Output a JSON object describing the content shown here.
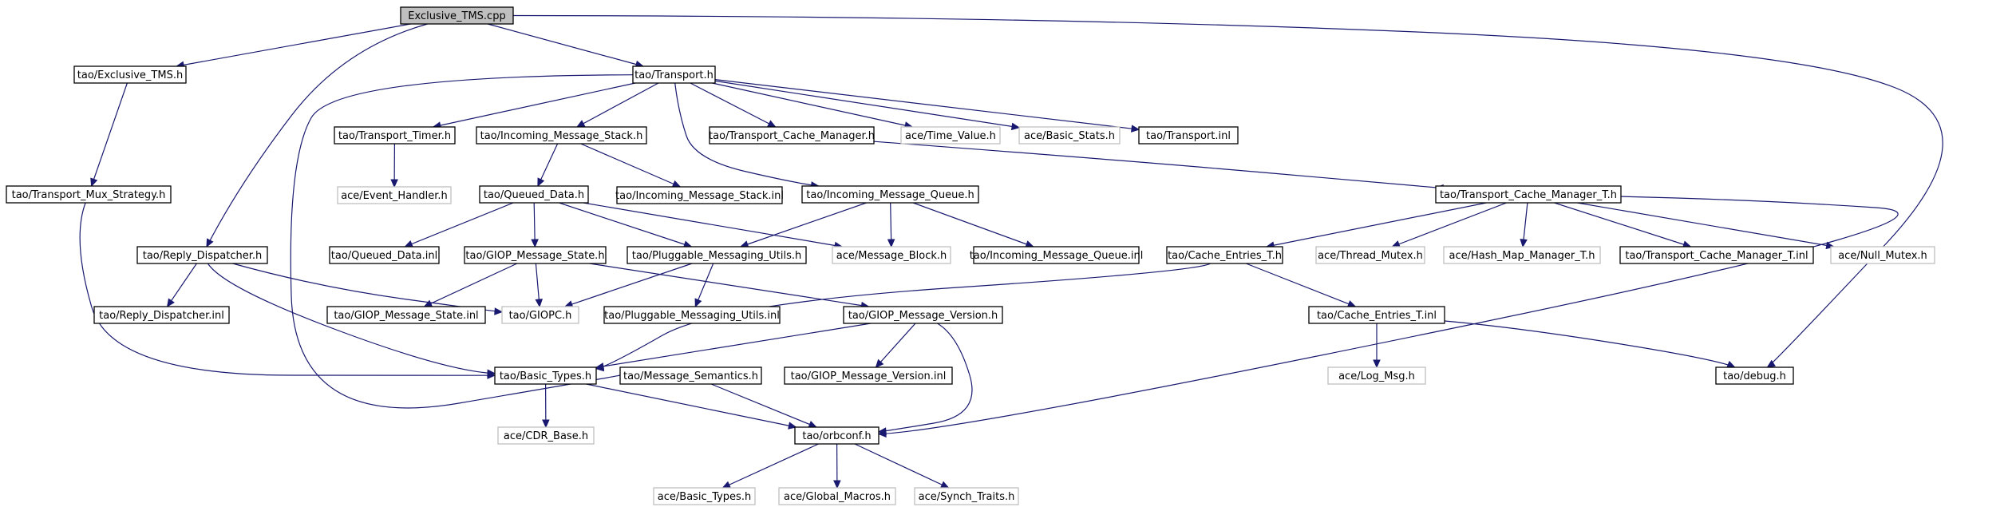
{
  "graph": {
    "nodes": [
      {
        "id": "n0",
        "label": "Exclusive_TMS.cpp",
        "style": "root"
      },
      {
        "id": "n1",
        "label": "tao/Exclusive_TMS.h",
        "style": "dark"
      },
      {
        "id": "n2",
        "label": "tao/Transport.h",
        "style": "dark"
      },
      {
        "id": "n3",
        "label": "tao/Transport_Mux_Strategy.h",
        "style": "dark"
      },
      {
        "id": "n4",
        "label": "tao/Reply_Dispatcher.h",
        "style": "dark"
      },
      {
        "id": "n5",
        "label": "tao/Transport_Timer.h",
        "style": "dark"
      },
      {
        "id": "n6",
        "label": "tao/Incoming_Message_Stack.h",
        "style": "dark"
      },
      {
        "id": "n7",
        "label": "tao/Transport_Cache_Manager.h",
        "style": "dark"
      },
      {
        "id": "n8",
        "label": "ace/Time_Value.h",
        "style": "light"
      },
      {
        "id": "n9",
        "label": "ace/Basic_Stats.h",
        "style": "light"
      },
      {
        "id": "n10",
        "label": "tao/Transport.inl",
        "style": "dark"
      },
      {
        "id": "n11",
        "label": "ace/Event_Handler.h",
        "style": "light"
      },
      {
        "id": "n12",
        "label": "tao/Queued_Data.h",
        "style": "dark"
      },
      {
        "id": "n13",
        "label": "tao/Incoming_Message_Stack.inl",
        "style": "dark"
      },
      {
        "id": "n14",
        "label": "tao/Incoming_Message_Queue.h",
        "style": "dark"
      },
      {
        "id": "n15",
        "label": "tao/Transport_Cache_Manager_T.h",
        "style": "dark"
      },
      {
        "id": "n16",
        "label": "tao/Queued_Data.inl",
        "style": "dark"
      },
      {
        "id": "n17",
        "label": "tao/GIOP_Message_State.h",
        "style": "dark"
      },
      {
        "id": "n18",
        "label": "tao/Pluggable_Messaging_Utils.h",
        "style": "dark"
      },
      {
        "id": "n19",
        "label": "ace/Message_Block.h",
        "style": "light"
      },
      {
        "id": "n20",
        "label": "tao/Incoming_Message_Queue.inl",
        "style": "dark"
      },
      {
        "id": "n21",
        "label": "tao/Cache_Entries_T.h",
        "style": "dark"
      },
      {
        "id": "n22",
        "label": "ace/Thread_Mutex.h",
        "style": "light"
      },
      {
        "id": "n23",
        "label": "ace/Hash_Map_Manager_T.h",
        "style": "light"
      },
      {
        "id": "n24",
        "label": "tao/Transport_Cache_Manager_T.inl",
        "style": "dark"
      },
      {
        "id": "n25",
        "label": "ace/Null_Mutex.h",
        "style": "light"
      },
      {
        "id": "n26",
        "label": "tao/Reply_Dispatcher.inl",
        "style": "dark"
      },
      {
        "id": "n27",
        "label": "tao/GIOP_Message_State.inl",
        "style": "dark"
      },
      {
        "id": "n28",
        "label": "tao/GIOPC.h",
        "style": "light"
      },
      {
        "id": "n29",
        "label": "tao/Pluggable_Messaging_Utils.inl",
        "style": "dark"
      },
      {
        "id": "n30",
        "label": "tao/GIOP_Message_Version.h",
        "style": "dark"
      },
      {
        "id": "n31",
        "label": "tao/Cache_Entries_T.inl",
        "style": "dark"
      },
      {
        "id": "n32",
        "label": "tao/Basic_Types.h",
        "style": "dark"
      },
      {
        "id": "n33",
        "label": "tao/Message_Semantics.h",
        "style": "dark"
      },
      {
        "id": "n34",
        "label": "tao/GIOP_Message_Version.inl",
        "style": "dark"
      },
      {
        "id": "n35",
        "label": "ace/Log_Msg.h",
        "style": "light"
      },
      {
        "id": "n36",
        "label": "tao/debug.h",
        "style": "dark"
      },
      {
        "id": "n37",
        "label": "ace/CDR_Base.h",
        "style": "light"
      },
      {
        "id": "n38",
        "label": "tao/orbconf.h",
        "style": "dark"
      },
      {
        "id": "n39",
        "label": "ace/Basic_Types.h",
        "style": "light"
      },
      {
        "id": "n40",
        "label": "ace/Global_Macros.h",
        "style": "light"
      },
      {
        "id": "n41",
        "label": "ace/Synch_Traits.h",
        "style": "light"
      }
    ],
    "edges": [
      [
        "n0",
        "n1"
      ],
      [
        "n0",
        "n2"
      ],
      [
        "n0",
        "n4"
      ],
      [
        "n0",
        "n36"
      ],
      [
        "n1",
        "n3"
      ],
      [
        "n3",
        "n32"
      ],
      [
        "n2",
        "n5"
      ],
      [
        "n2",
        "n6"
      ],
      [
        "n2",
        "n7"
      ],
      [
        "n2",
        "n8"
      ],
      [
        "n2",
        "n9"
      ],
      [
        "n2",
        "n10"
      ],
      [
        "n2",
        "n14"
      ],
      [
        "n2",
        "n33"
      ],
      [
        "n5",
        "n11"
      ],
      [
        "n6",
        "n12"
      ],
      [
        "n6",
        "n13"
      ],
      [
        "n7",
        "n15"
      ],
      [
        "n12",
        "n16"
      ],
      [
        "n12",
        "n17"
      ],
      [
        "n12",
        "n18"
      ],
      [
        "n12",
        "n19"
      ],
      [
        "n14",
        "n18"
      ],
      [
        "n14",
        "n19"
      ],
      [
        "n14",
        "n20"
      ],
      [
        "n15",
        "n21"
      ],
      [
        "n15",
        "n22"
      ],
      [
        "n15",
        "n23"
      ],
      [
        "n15",
        "n24"
      ],
      [
        "n15",
        "n25"
      ],
      [
        "n15",
        "n38"
      ],
      [
        "n4",
        "n26"
      ],
      [
        "n4",
        "n28"
      ],
      [
        "n4",
        "n32"
      ],
      [
        "n17",
        "n27"
      ],
      [
        "n17",
        "n28"
      ],
      [
        "n17",
        "n30"
      ],
      [
        "n18",
        "n28"
      ],
      [
        "n18",
        "n29"
      ],
      [
        "n21",
        "n31"
      ],
      [
        "n21",
        "n32"
      ],
      [
        "n31",
        "n35"
      ],
      [
        "n31",
        "n36"
      ],
      [
        "n30",
        "n32"
      ],
      [
        "n30",
        "n34"
      ],
      [
        "n30",
        "n38"
      ],
      [
        "n32",
        "n37"
      ],
      [
        "n32",
        "n38"
      ],
      [
        "n33",
        "n38"
      ],
      [
        "n38",
        "n39"
      ],
      [
        "n38",
        "n40"
      ],
      [
        "n38",
        "n41"
      ]
    ]
  }
}
